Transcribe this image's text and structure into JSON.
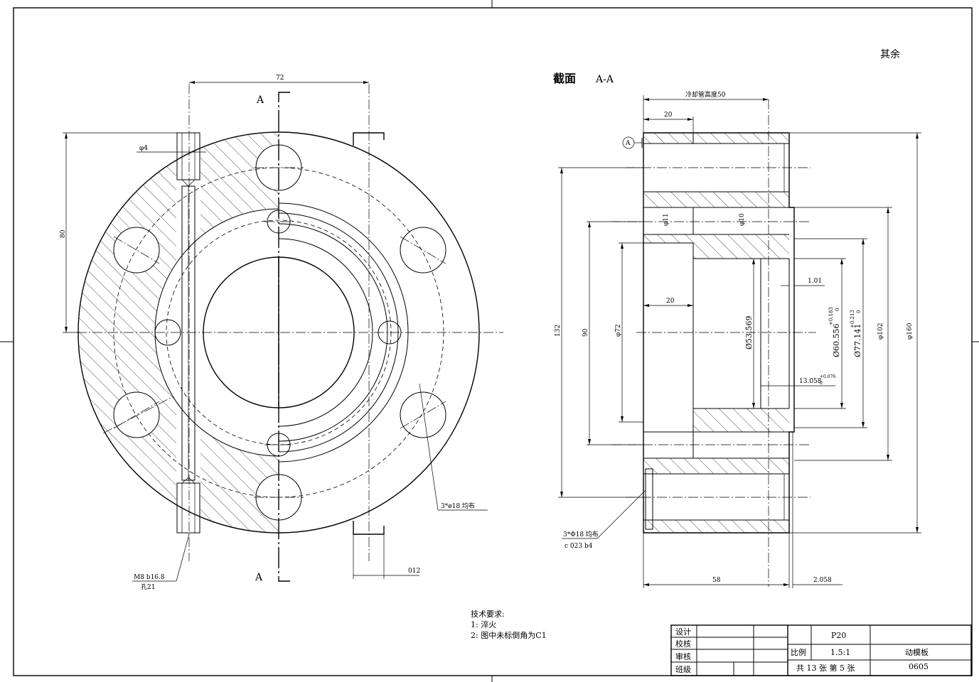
{
  "drawing": {
    "remaining_note": "其余",
    "section_title": "截面",
    "section_id": "A-A",
    "section_mark_top": "A",
    "section_mark_bottom": "A"
  },
  "front_view": {
    "dim_width": "72",
    "dim_height": "80",
    "dim_small_hole": "φ4",
    "thread_note_1": "M8 b16.8",
    "thread_note_2": "孔21",
    "bolt_holes_note": "3*ø18 均布",
    "dim_slot": "012"
  },
  "section_view": {
    "dim_cooling_height": "冷却管高度50",
    "dim_top_step": "20",
    "datum": "A",
    "dim_132": "132",
    "dim_90": "90",
    "dim_72": "φ72",
    "dim_inner_step": "20",
    "dim_d11": "φ11",
    "dim_d10": "φ10",
    "dim_53": "Ø53.569",
    "dim_60": "Ø60.556",
    "tol_60": "+0.183",
    "tol_60_low": "0",
    "dim_77": "Ø77.141",
    "tol_77": "+0.213",
    "tol_77_low": "0",
    "dim_102": "φ102",
    "dim_160": "φ160",
    "dim_101": "1.01",
    "dim_13": "13.058",
    "tol_13": "+0.076",
    "tol_13_low": "0",
    "holes_note_1": "3*Φ18 均布",
    "holes_note_2": "c  023 b4",
    "dim_58": "58",
    "dim_2058": "2.058"
  },
  "tech": {
    "title": "技术要求:",
    "item1": "1: 淬火",
    "item2": "2: 图中未标倒角为C1"
  },
  "title_block": {
    "design": "设计",
    "check": "校核",
    "review": "审核",
    "class": "班级",
    "material": "P20",
    "scale_label": "比例",
    "scale": "1.5:1",
    "part_name": "动模板",
    "sheets": "共 13 张 第 5 张",
    "drawing_no": "0605"
  }
}
